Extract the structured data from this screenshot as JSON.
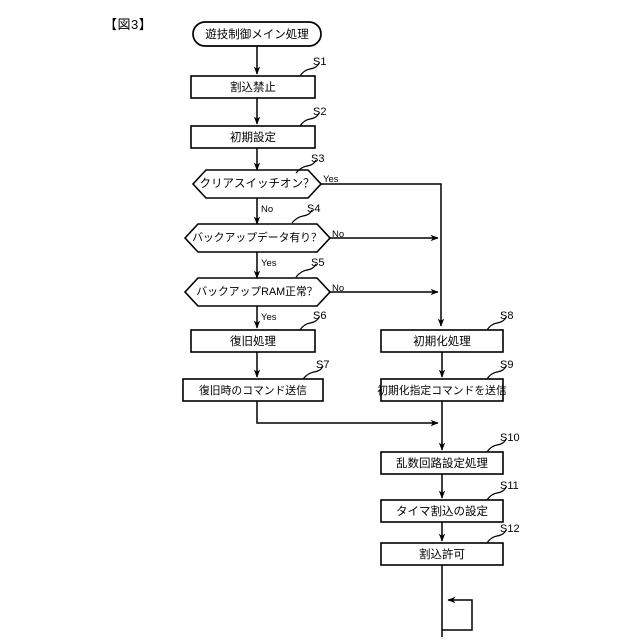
{
  "figure": {
    "title": "【図3】",
    "start_node": "遊技制御メイン処理"
  },
  "steps": [
    {
      "id": "S1",
      "label": "S1",
      "text": "割込禁止",
      "type": "process"
    },
    {
      "id": "S2",
      "label": "S2",
      "text": "初期設定",
      "type": "process"
    },
    {
      "id": "S3",
      "label": "S3",
      "text": "クリアスイッチオン？",
      "type": "decision"
    },
    {
      "id": "S4",
      "label": "S4",
      "text": "バックアップデータ有り？",
      "type": "decision"
    },
    {
      "id": "S5",
      "label": "S5",
      "text": "バックアップRAM正常？",
      "type": "decision"
    },
    {
      "id": "S6",
      "label": "S6",
      "text": "復旧処理",
      "type": "process"
    },
    {
      "id": "S7",
      "label": "S7",
      "text": "復旧時のコマンド送信",
      "type": "process"
    },
    {
      "id": "S8",
      "label": "S8",
      "text": "初期化処理",
      "type": "process"
    },
    {
      "id": "S9",
      "label": "S9",
      "text": "初期化指定コマンドを送信",
      "type": "process"
    },
    {
      "id": "S10",
      "label": "S10",
      "text": "乱数回路設定処理",
      "type": "process"
    },
    {
      "id": "S11",
      "label": "S11",
      "text": "タイマ割込の設定",
      "type": "process"
    },
    {
      "id": "S12",
      "label": "S12",
      "text": "割込許可",
      "type": "process"
    }
  ],
  "branches": {
    "s3_yes": "Yes",
    "s3_no": "No",
    "s4_no": "No",
    "s4_yes": "Yes",
    "s5_no": "No",
    "s5_yes": "Yes"
  },
  "colors": {
    "line": "#000000",
    "fill": "#ffffff",
    "background": "#ffffff"
  }
}
